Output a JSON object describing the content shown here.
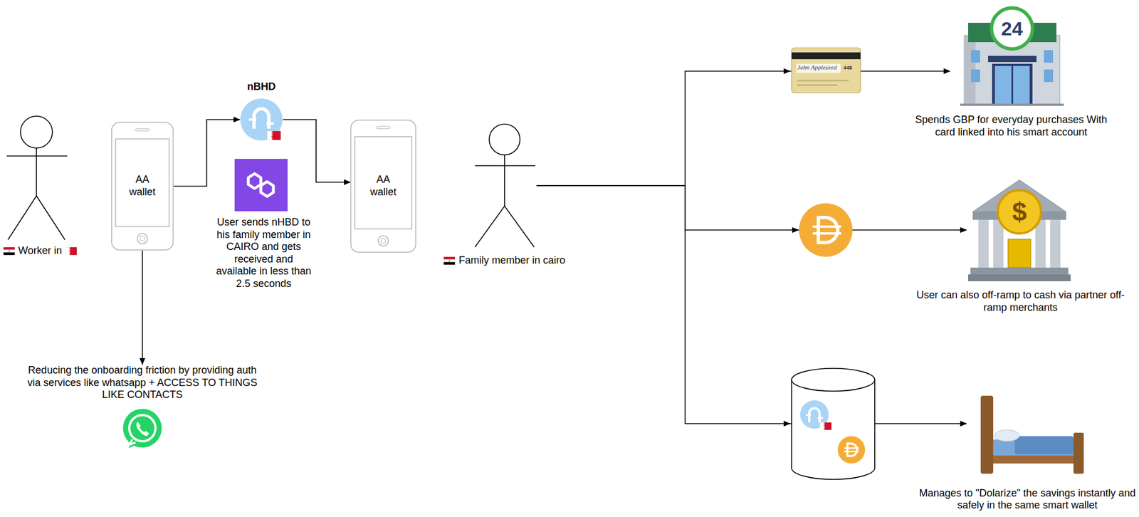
{
  "diagram": {
    "nodes": [
      {
        "text": [
          "Worker in"
        ]
      },
      {
        "text": [
          "AA wallet"
        ]
      },
      {
        "text": [
          "nBHD"
        ]
      },
      {
        "text": [
          "AA wallet"
        ]
      },
      {
        "text": [
          "Family member in cairo"
        ]
      },
      {
        "text": [
          "Reducing the onboarding friction by providing auth via services like whatsapp + ACCESS TO THINGS LIKE CONTACTS"
        ]
      },
      {
        "text": [
          "Spends GBP for everyday purchases With card linked into his smart account"
        ]
      },
      {
        "text": [
          "User can also off-ramp to cash via partner off-ramp merchants"
        ]
      },
      {
        "text": [
          "Manages to \"Dolarize\" the savings instantly and safely in the same smart wallet"
        ]
      }
    ],
    "edges": [
      {
        "from": 1,
        "to": 2,
        "arrow": "to"
      },
      {
        "from": 2,
        "to": 3,
        "arrow": "to"
      },
      {
        "from": 1,
        "to": 5,
        "arrow": "to"
      },
      {
        "from": 4,
        "to": 6,
        "arrow": "to"
      },
      {
        "from": 4,
        "to": 7,
        "arrow": "to"
      },
      {
        "from": 4,
        "to": 8,
        "arrow": "to"
      }
    ],
    "labels": [
      "User sends nHBD to his family member in CAIRO and gets received and available in less than 2.5 seconds",
      "24",
      "$",
      "John Appleseed",
      "448"
    ]
  }
}
